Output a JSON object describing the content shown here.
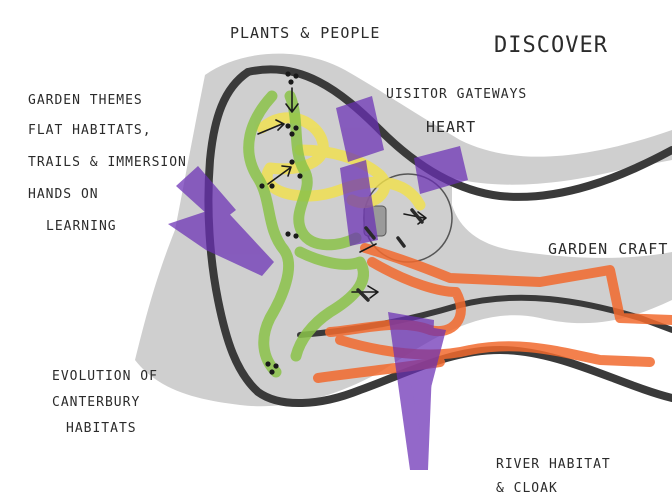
{
  "labels": {
    "plants_people": "PLANTS & PEOPLE",
    "discover": "DISCOVER",
    "visitor_gateways": "UISITOR GATEWAYS",
    "heart": "HEART",
    "garden_craft": "GARDEN CRAFT",
    "river_habitat": "RIVER HABITAT",
    "cloak": "& CLOAK",
    "evolution": "EVOLUTION OF",
    "canterbury": "CANTERBURY",
    "habitats": "HABITATS"
  },
  "themes_list": [
    "GARDEN THEMES",
    "FLAT HABITATS,",
    "TRAILS & IMMERSION",
    "HANDS ON",
    "LEARNING"
  ],
  "colors": {
    "paper": "#ffffff",
    "site_fill": "#cfcfcf",
    "outline": "#3a3a3a",
    "green_stroke": "#8bc34a",
    "yellow_stroke": "#f2e14a",
    "orange_stroke": "#f26a2e",
    "purple_stroke": "#6a2fb5",
    "ink": "#2b2b2b"
  }
}
